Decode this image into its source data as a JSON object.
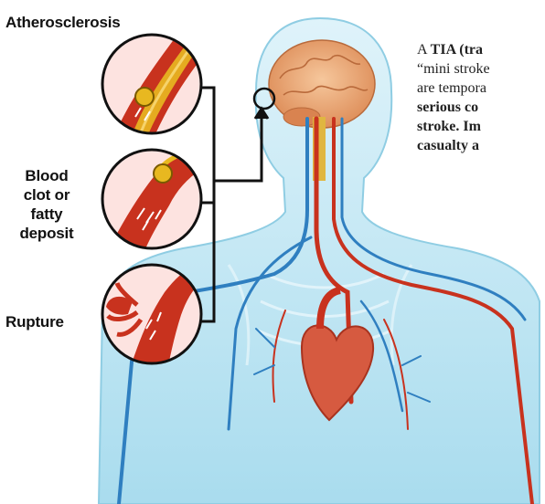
{
  "labels": {
    "atherosclerosis": "Atherosclerosis",
    "clot_line1": "Blood",
    "clot_line2": "clot or",
    "clot_line3": "fatty",
    "clot_line4": "deposit",
    "rupture": "Rupture"
  },
  "description": {
    "line1_a": "A ",
    "line1_b": "TIA (tra",
    "line2": "“mini stroke",
    "line3": "are tempora",
    "line4": "serious co",
    "line5": "stroke. Im",
    "line6": "casualty a"
  },
  "colors": {
    "body_fill": "#bfe6f3",
    "artery_red": "#c8321e",
    "vein_blue": "#2f7fc0",
    "brain_orange": "#e9a06a",
    "clot_yellow": "#e8b820"
  }
}
